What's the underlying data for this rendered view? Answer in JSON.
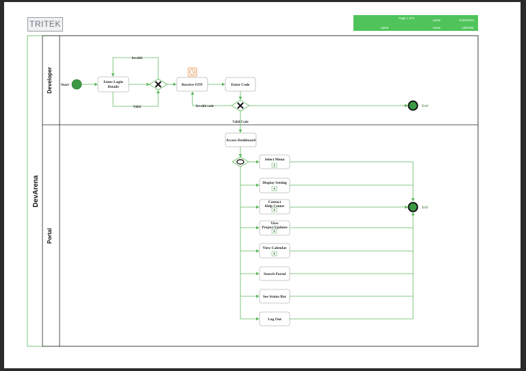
{
  "logo": "TRITEK",
  "info_block": {
    "page_label": "Page 1 of 8",
    "name_label_1": "name",
    "date_1": "11/22/2024",
    "name_label_2": "name",
    "name_label_3": "name",
    "date_2": "1/8/2025"
  },
  "pool": {
    "title": "DevArena"
  },
  "lanes": {
    "developer": "Developer",
    "portal": "Portal"
  },
  "developer_lane": {
    "start": "Start",
    "enter_login_line1": "Enter Login",
    "enter_login_line2": "Details",
    "invalid": "Invalid",
    "valid": "Valid",
    "receive_otp": "Receive OTP",
    "enter_code": "Enter Code",
    "invalid_code": "Invalid code",
    "end": "End",
    "valid_code": "Valid Code"
  },
  "portal_lane": {
    "access_dashboard": "Access Dashboard",
    "select_menu": "Select Menu",
    "display_setting": "Display Setting",
    "contact_line1": "Contact",
    "contact_line2": "Help Center",
    "view_line1": "View",
    "view_line2": "Project Updates",
    "view_calendar": "View Calendar",
    "search_portal": "Search Portal",
    "see_status_bar": "See Status Bar",
    "log_out": "Log Out",
    "end": "End"
  },
  "colors": {
    "flow_line": "#5cb85c",
    "event_fill": "#3c9a46",
    "header_fill": "#4fc45a",
    "timer_icon": "#e08a3c"
  }
}
